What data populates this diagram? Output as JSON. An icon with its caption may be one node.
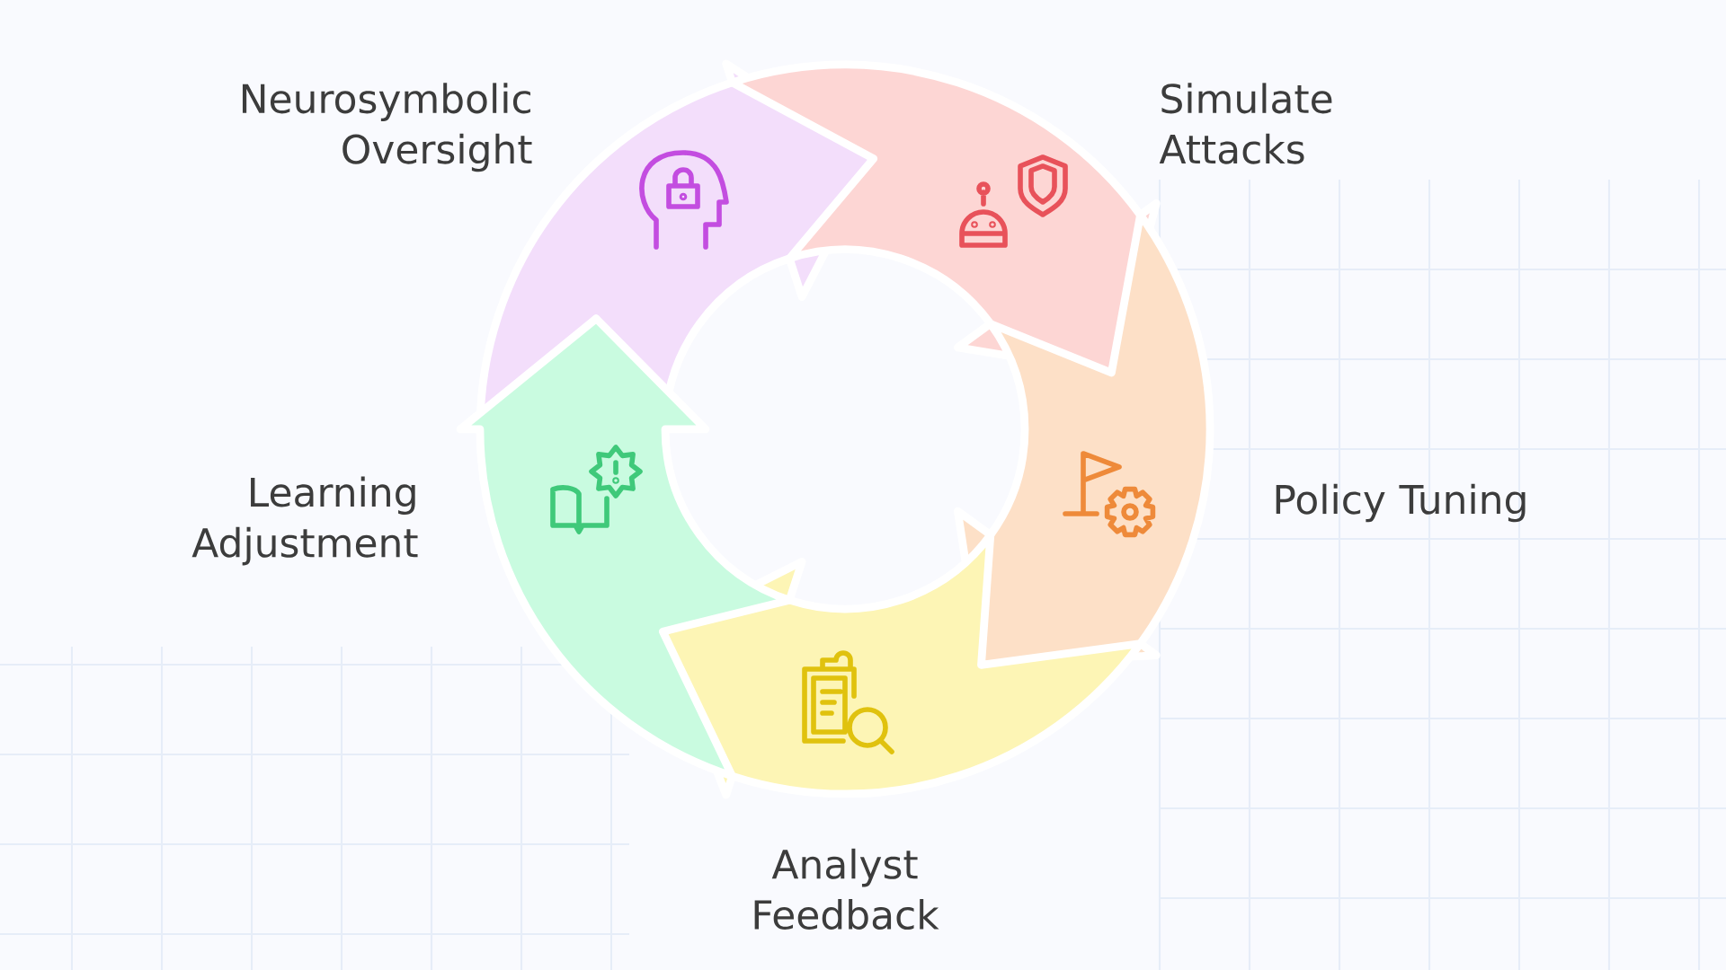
{
  "diagram": {
    "nodes": [
      {
        "text": [
          "Neurosymbolic Oversight"
        ]
      },
      {
        "text": [
          "Simulate Attacks"
        ]
      },
      {
        "text": [
          "Policy Tuning"
        ]
      },
      {
        "text": [
          "Analyst Feedback"
        ]
      },
      {
        "text": [
          "Learning Adjustment"
        ]
      }
    ]
  }
}
